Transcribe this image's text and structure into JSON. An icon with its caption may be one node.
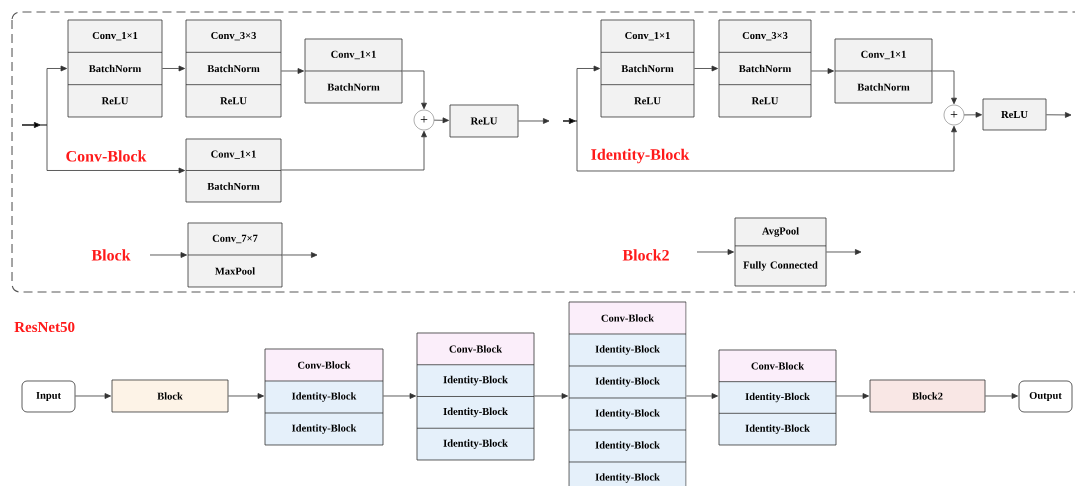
{
  "diagram": {
    "nodes": [
      {
        "text": [
          "Conv_1×1",
          "BatchNorm",
          "ReLU"
        ]
      },
      {
        "text": [
          "Conv_3×3",
          "BatchNorm",
          "ReLU"
        ]
      },
      {
        "text": [
          "Conv_1×1",
          "BatchNorm"
        ]
      },
      {
        "text": [
          "+"
        ]
      },
      {
        "text": [
          "ReLU"
        ]
      },
      {
        "text": [
          "Conv_1×1",
          "BatchNorm"
        ]
      },
      {
        "text": [
          "Conv_1×1",
          "BatchNorm",
          "ReLU"
        ]
      },
      {
        "text": [
          "Conv_3×3",
          "BatchNorm",
          "ReLU"
        ]
      },
      {
        "text": [
          "Conv_1×1",
          "BatchNorm"
        ]
      },
      {
        "text": [
          "+"
        ]
      },
      {
        "text": [
          "ReLU"
        ]
      },
      {
        "text": [
          "Conv_7×7",
          "MaxPool"
        ]
      },
      {
        "text": [
          "AvgPool",
          "Fully Connected"
        ]
      },
      {
        "text": [
          "Input"
        ]
      },
      {
        "text": [
          "Block"
        ]
      },
      {
        "text": [
          "Conv-Block",
          "Identity-Block",
          "Identity-Block"
        ]
      },
      {
        "text": [
          "Conv-Block",
          "Identity-Block",
          "Identity-Block",
          "Identity-Block"
        ]
      },
      {
        "text": [
          "Conv-Block",
          "Identity-Block",
          "Identity-Block",
          "Identity-Block",
          "Identity-Block",
          "Identity-Block"
        ]
      },
      {
        "text": [
          "Conv-Block",
          "Identity-Block",
          "Identity-Block"
        ]
      },
      {
        "text": [
          "Block2"
        ]
      },
      {
        "text": [
          "Output"
        ]
      }
    ],
    "edges": [
      {
        "from": null,
        "to": 0,
        "arrow": "to"
      },
      {
        "from": null,
        "to": 5,
        "arrow": "to"
      },
      {
        "from": 0,
        "to": 1,
        "arrow": "to"
      },
      {
        "from": 1,
        "to": 2,
        "arrow": "to"
      },
      {
        "from": 2,
        "to": 3,
        "arrow": "to"
      },
      {
        "from": 5,
        "to": 3,
        "arrow": "to"
      },
      {
        "from": 3,
        "to": 4,
        "arrow": "to"
      },
      {
        "from": 4,
        "to": null,
        "arrow": "to"
      },
      {
        "from": null,
        "to": 6,
        "arrow": "to"
      },
      {
        "from": null,
        "to": 9,
        "arrow": "to"
      },
      {
        "from": 6,
        "to": 7,
        "arrow": "to"
      },
      {
        "from": 7,
        "to": 8,
        "arrow": "to"
      },
      {
        "from": 8,
        "to": 9,
        "arrow": "to"
      },
      {
        "from": 9,
        "to": 10,
        "arrow": "to"
      },
      {
        "from": 10,
        "to": null,
        "arrow": "to"
      },
      {
        "from": null,
        "to": 11,
        "arrow": "to"
      },
      {
        "from": 11,
        "to": null,
        "arrow": "to"
      },
      {
        "from": null,
        "to": 12,
        "arrow": "to"
      },
      {
        "from": 12,
        "to": null,
        "arrow": "to"
      },
      {
        "from": 13,
        "to": 14,
        "arrow": "to"
      },
      {
        "from": 14,
        "to": 15,
        "arrow": "to"
      },
      {
        "from": 15,
        "to": 16,
        "arrow": "to"
      },
      {
        "from": 16,
        "to": 17,
        "arrow": "to"
      },
      {
        "from": 17,
        "to": 18,
        "arrow": "to"
      },
      {
        "from": 18,
        "to": 19,
        "arrow": "to"
      },
      {
        "from": 19,
        "to": 20,
        "arrow": "to"
      }
    ],
    "labels": [
      "Conv-Block",
      "Identity-Block",
      "Block",
      "Block2",
      "ResNet50"
    ]
  }
}
